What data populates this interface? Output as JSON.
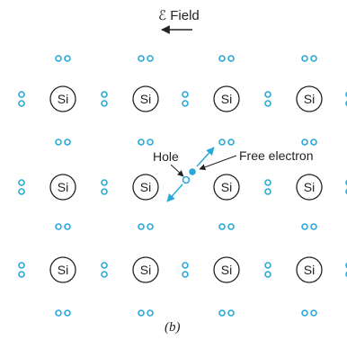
{
  "field": {
    "label": "ℰ Field"
  },
  "atoms": {
    "label": "Si"
  },
  "annotations": {
    "hole": "Hole",
    "free_electron": "Free electron"
  },
  "caption": "(b)",
  "colors": {
    "electron": "#29a9d8",
    "ink": "#222222",
    "background": "#ffffff"
  }
}
